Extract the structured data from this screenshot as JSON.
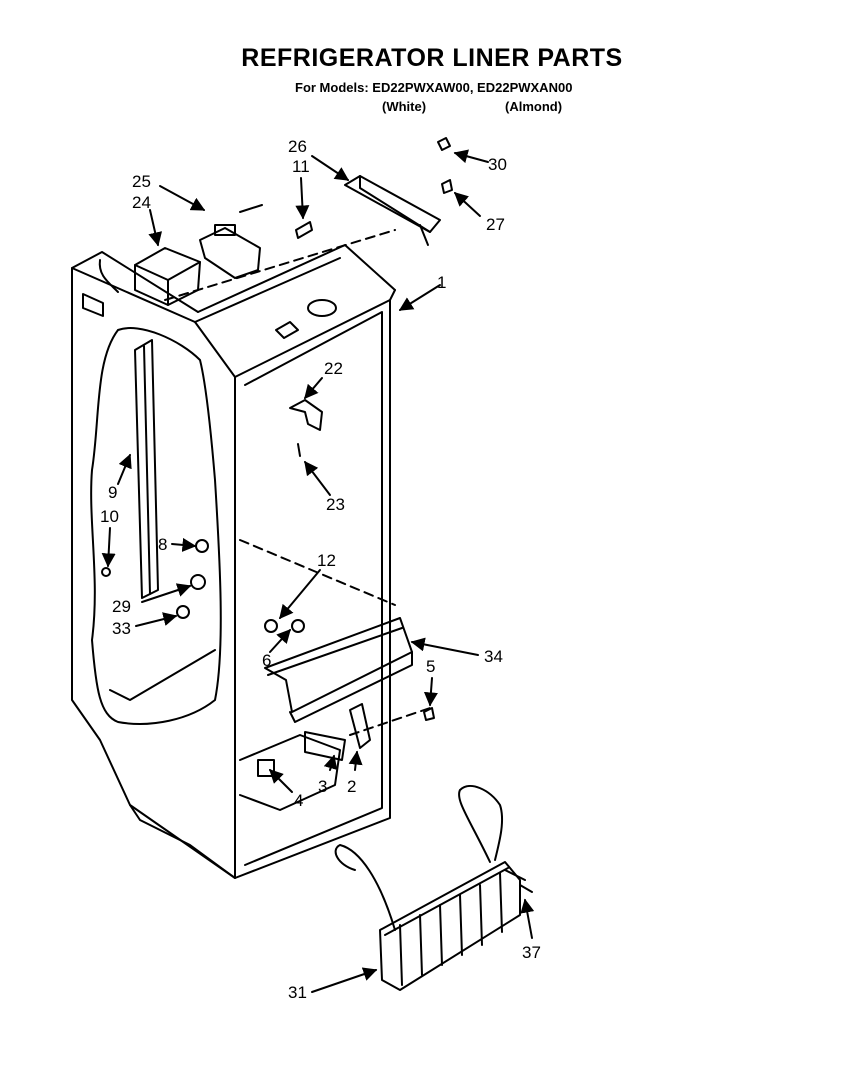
{
  "title": "REFRIGERATOR LINER PARTS",
  "models": {
    "prefix": "For Models:",
    "list": "ED22PWXAW00,  ED22PWXAN00",
    "variants": [
      "(White)",
      "(Almond)"
    ]
  },
  "callouts": [
    {
      "id": "c1",
      "label": "1"
    },
    {
      "id": "c2",
      "label": "2"
    },
    {
      "id": "c3",
      "label": "3"
    },
    {
      "id": "c4",
      "label": "4"
    },
    {
      "id": "c5",
      "label": "5"
    },
    {
      "id": "c6",
      "label": "6"
    },
    {
      "id": "c8",
      "label": "8"
    },
    {
      "id": "c9",
      "label": "9"
    },
    {
      "id": "c10",
      "label": "10"
    },
    {
      "id": "c11",
      "label": "11"
    },
    {
      "id": "c12",
      "label": "12"
    },
    {
      "id": "c22",
      "label": "22"
    },
    {
      "id": "c23",
      "label": "23"
    },
    {
      "id": "c24",
      "label": "24"
    },
    {
      "id": "c25",
      "label": "25"
    },
    {
      "id": "c26",
      "label": "26"
    },
    {
      "id": "c27",
      "label": "27"
    },
    {
      "id": "c29",
      "label": "29"
    },
    {
      "id": "c30",
      "label": "30"
    },
    {
      "id": "c31",
      "label": "31"
    },
    {
      "id": "c33",
      "label": "33"
    },
    {
      "id": "c34",
      "label": "34"
    },
    {
      "id": "c37",
      "label": "37"
    }
  ]
}
